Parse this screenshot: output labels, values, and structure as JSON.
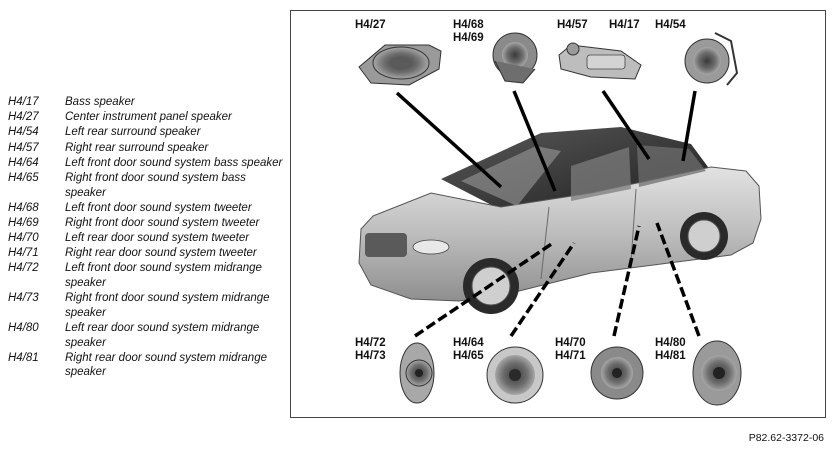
{
  "legend": [
    {
      "code": "H4/17",
      "text": "Bass speaker"
    },
    {
      "code": "H4/27",
      "text": "Center instrument panel speaker"
    },
    {
      "code": "H4/54",
      "text": "Left rear surround speaker"
    },
    {
      "code": "H4/57",
      "text": "Right rear surround speaker"
    },
    {
      "code": "H4/64",
      "text": "Left front door sound system bass speaker"
    },
    {
      "code": "H4/65",
      "text": "Right front door sound system bass speaker"
    },
    {
      "code": "H4/68",
      "text": "Left front door sound system tweeter"
    },
    {
      "code": "H4/69",
      "text": "Right front door sound system tweeter"
    },
    {
      "code": "H4/70",
      "text": "Left rear door sound system tweeter"
    },
    {
      "code": "H4/71",
      "text": "Right rear door sound system tweeter"
    },
    {
      "code": "H4/72",
      "text": "Left front door sound system midrange speaker"
    },
    {
      "code": "H4/73",
      "text": "Right front door sound system midrange speaker"
    },
    {
      "code": "H4/80",
      "text": "Left rear door sound system midrange speaker"
    },
    {
      "code": "H4/81",
      "text": "Right rear door sound system midrange speaker"
    }
  ],
  "labels": {
    "h4_27": "H4/27",
    "h4_68": "H4/68",
    "h4_69": "H4/69",
    "h4_57": "H4/57",
    "h4_17": "H4/17",
    "h4_54": "H4/54",
    "h4_72": "H4/72",
    "h4_73": "H4/73",
    "h4_64": "H4/64",
    "h4_65": "H4/65",
    "h4_70": "H4/70",
    "h4_71": "H4/71",
    "h4_80": "H4/80",
    "h4_81": "H4/81"
  },
  "reference": "P82.62-3372-06",
  "colors": {
    "car_body": "#c4c4c4",
    "car_dark": "#2e2e2e",
    "speaker": "#8a8a8a",
    "line": "#000000"
  }
}
